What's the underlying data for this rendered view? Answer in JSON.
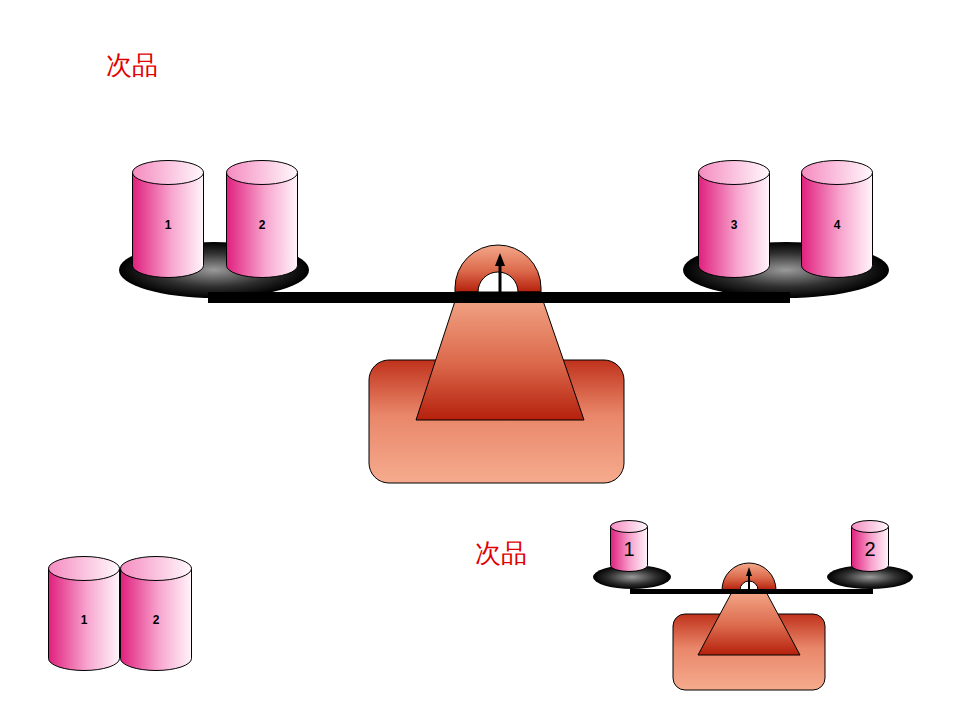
{
  "diagram": {
    "nodes": [
      {
        "text": [
          "1"
        ]
      },
      {
        "text": [
          "2"
        ]
      },
      {
        "text": [
          "3"
        ]
      },
      {
        "text": [
          "4"
        ]
      },
      {
        "text": [
          "1"
        ]
      },
      {
        "text": [
          "2"
        ]
      },
      {
        "text": [
          "1"
        ]
      },
      {
        "text": [
          "2"
        ]
      }
    ],
    "labels": [
      "次品",
      "次品"
    ]
  }
}
